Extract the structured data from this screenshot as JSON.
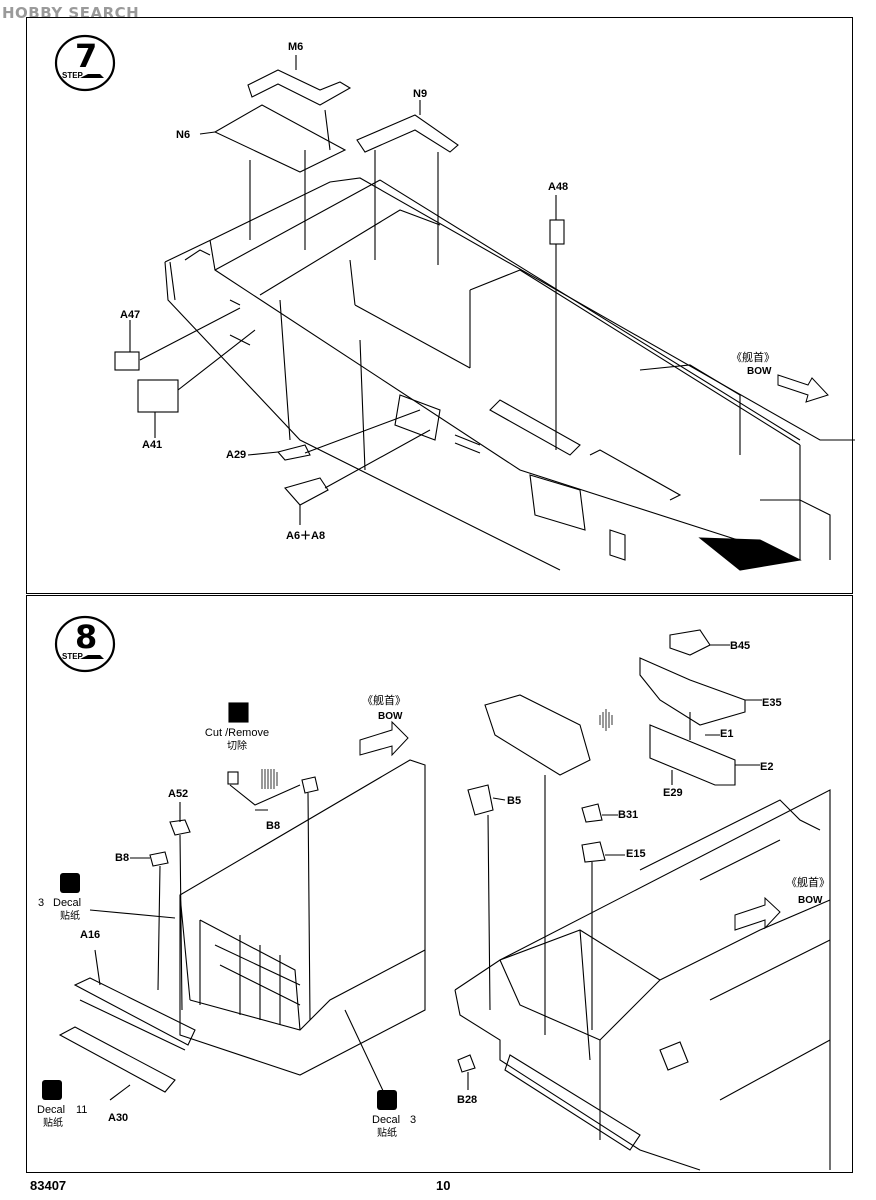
{
  "watermark": "HOBBY SEARCH",
  "page": {
    "model_number": "83407",
    "page_number": "10"
  },
  "step7": {
    "number": "7",
    "step_word": "STEP",
    "bow": {
      "chinese": "《舰首》",
      "english": "BOW"
    },
    "parts": [
      "M6",
      "N6",
      "N9",
      "A48",
      "A47",
      "A41",
      "A29",
      "A6＋A8"
    ]
  },
  "step8": {
    "number": "8",
    "step_word": "STEP",
    "cut_remove": {
      "english": "Cut /Remove",
      "chinese": "切除"
    },
    "bow_left": {
      "chinese": "《舰首》",
      "english": "BOW"
    },
    "bow_right": {
      "chinese": "《舰首》",
      "english": "BOW"
    },
    "parts_left": [
      "A52",
      "B8",
      "B8",
      "A16",
      "A30"
    ],
    "decals": [
      {
        "number": "3",
        "word": "Decal",
        "chinese": "贴纸"
      },
      {
        "number": "11",
        "word": "Decal",
        "chinese": "贴纸"
      },
      {
        "number": "3",
        "word": "Decal",
        "chinese": "贴纸"
      }
    ],
    "parts_right": [
      "B45",
      "E35",
      "E1",
      "E2",
      "E29",
      "B5",
      "B31",
      "E15",
      "B28"
    ]
  },
  "icons": [
    "step-badge-icon",
    "scissors-icon",
    "decal-icon",
    "bow-arrow-icon",
    "glue-icon"
  ],
  "colors": {
    "ink": "#000000",
    "paper": "#ffffff",
    "watermark": "#9a9a9a"
  }
}
